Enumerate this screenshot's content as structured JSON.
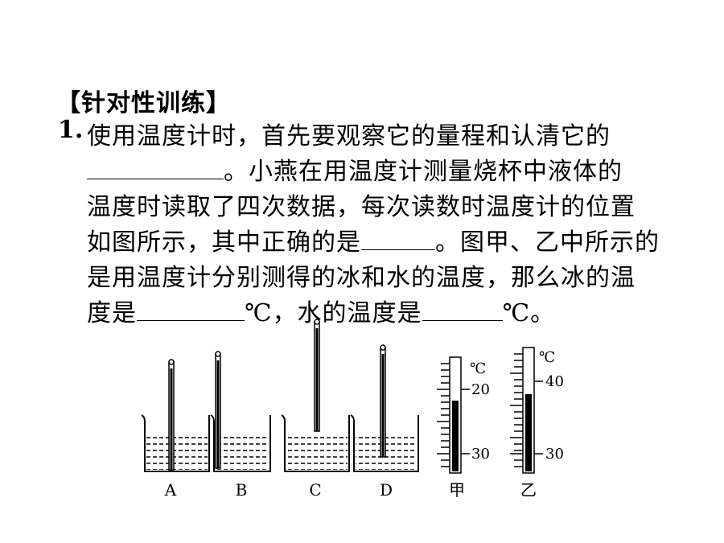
{
  "heading": "【针对性训练】",
  "question_number": "1.",
  "lines": {
    "l1": "使用温度计时，首先要观察它的量程和认清它的",
    "l2_after": "。小燕在用温度计测量烧杯中液体的",
    "l3": "温度时读取了四次数据，每次读数时温度计的位置",
    "l4_before": "如图所示，其中正确的是",
    "l4_after": "。图甲、乙中所示的",
    "l5": "是用温度计分别测得的冰和水的温度，那么冰的温",
    "l6_a": "度是",
    "l6_b": "℃，水的温度是",
    "l6_c": "℃。"
  },
  "figure": {
    "beaker_labels": [
      "A",
      "B",
      "C",
      "D"
    ],
    "thermo_jia": {
      "label": "甲",
      "unit": "℃",
      "tick_top": "20",
      "tick_bottom": "30"
    },
    "thermo_yi": {
      "label": "乙",
      "unit": "℃",
      "tick_top": "40",
      "tick_bottom": "30"
    }
  }
}
